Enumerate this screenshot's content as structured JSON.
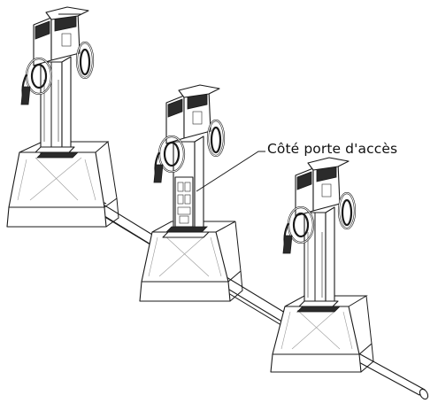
{
  "diagram": {
    "callout_label": "Côté porte d'accès",
    "stations": [
      "left-station",
      "middle-station",
      "right-station"
    ],
    "colors": {
      "line": "#1a1a1a",
      "background": "#ffffff",
      "dark_fill": "#2b2b2b"
    }
  }
}
